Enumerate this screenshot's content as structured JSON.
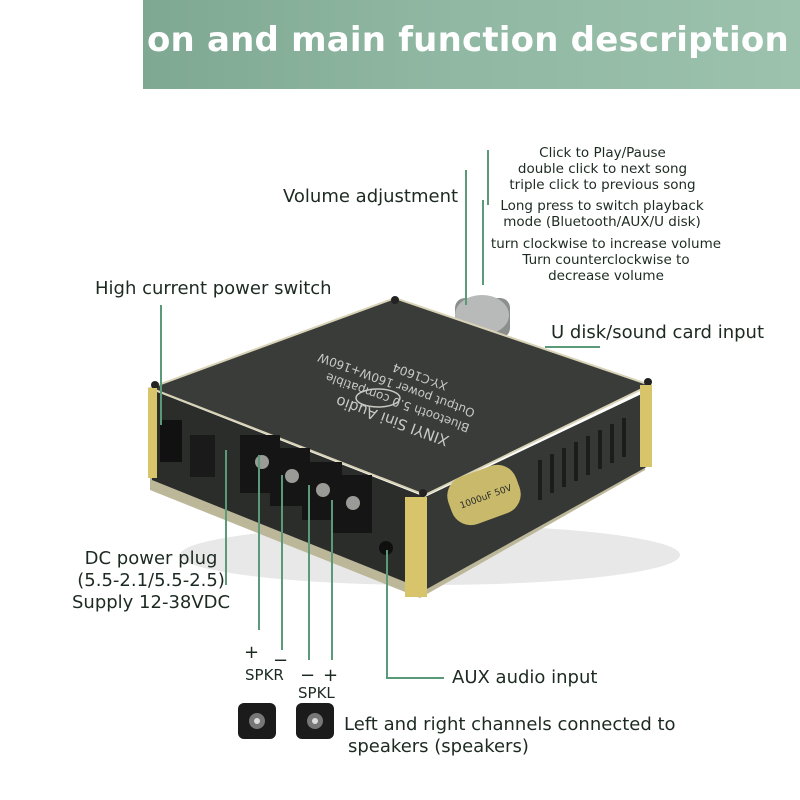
{
  "banner": {
    "title": "on and main function description"
  },
  "labels": {
    "volume": "Volume adjustment",
    "power_switch": "High current power switch",
    "dc_plug": [
      "DC power plug",
      "(5.5-2.1/5.5-2.5)",
      "Supply 12-38VDC"
    ],
    "u_disk": "U disk/sound card input",
    "aux": "AUX audio input",
    "channels": [
      "Left and right channels connected to",
      "speakers (speakers)"
    ]
  },
  "knob_functions": {
    "click": [
      "Click to Play/Pause",
      "double click to next song",
      "triple click to previous song"
    ],
    "long_press": [
      "Long press to switch playback",
      "mode (Bluetooth/AUX/U disk)"
    ],
    "rotate": [
      "turn clockwise to increase volume",
      "Turn counterclockwise to",
      "decrease volume"
    ]
  },
  "speaker_terminals": {
    "right": {
      "name": "SPKR",
      "plus": "+",
      "minus": "−"
    },
    "left": {
      "name": "SPKL",
      "plus": "+",
      "minus": "−"
    }
  },
  "board_print": {
    "brand": "XINYI Sini Audio",
    "line2": "Bluetooth 5.0 compatible",
    "line3": "Output power 160W+160W",
    "model": "XY-C1604"
  },
  "capacitor": {
    "rating": "1000uF 50V"
  },
  "colors": {
    "accent_green": "#5a9a78",
    "banner": "#8fb7a2",
    "board": "#3a3c3a"
  }
}
